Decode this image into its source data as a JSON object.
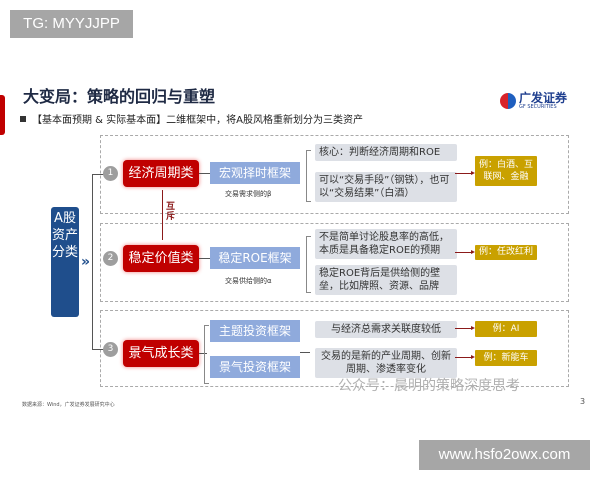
{
  "overlay": {
    "tag": "TG: MYYJJPP",
    "url": "www.hsfo2owx.com"
  },
  "slide": {
    "title": "大变局：策略的回归与重塑",
    "logo": {
      "cn": "广发证券",
      "en": "GF SECURITIES"
    },
    "subtitle": "【基本面预期 & 实际基本面】二维框架中，将A股风格重新划分为三类资产",
    "root": "A股资产分类",
    "mutual": "互斥",
    "sections": [
      {
        "num": "1",
        "category": "经济周期类",
        "framework": "宏观择时框架",
        "note": "交易需求侧的β",
        "points": [
          "核心：判断经济周期和ROE",
          "可以“交易手段”（钢铁），也可以“交易结果”（白酒）"
        ],
        "example": "例：白酒、互联网、金融"
      },
      {
        "num": "2",
        "category": "稳定价值类",
        "framework": "稳定ROE框架",
        "note": "交易供给侧的α",
        "points": [
          "不是简单讨论股息率的高低，本质是具备稳定ROE的预期",
          "稳定ROE背后是供给侧的壁垒，比如牌照、资源、品牌"
        ],
        "example": "例：任改红利"
      },
      {
        "num": "3",
        "category": "景气成长类",
        "frameworks": [
          "主题投资框架",
          "景气投资框架"
        ],
        "points": [
          "与经济总需求关联度较低",
          "交易的是新的产业周期、创新周期、渗透率变化"
        ],
        "examples": [
          "例：AI",
          "例：新能车"
        ]
      }
    ],
    "watermark": "公众号：晨明的策略深度思考",
    "source": "数据来源：Wind，广发证券发展研究中心",
    "page": "3"
  }
}
